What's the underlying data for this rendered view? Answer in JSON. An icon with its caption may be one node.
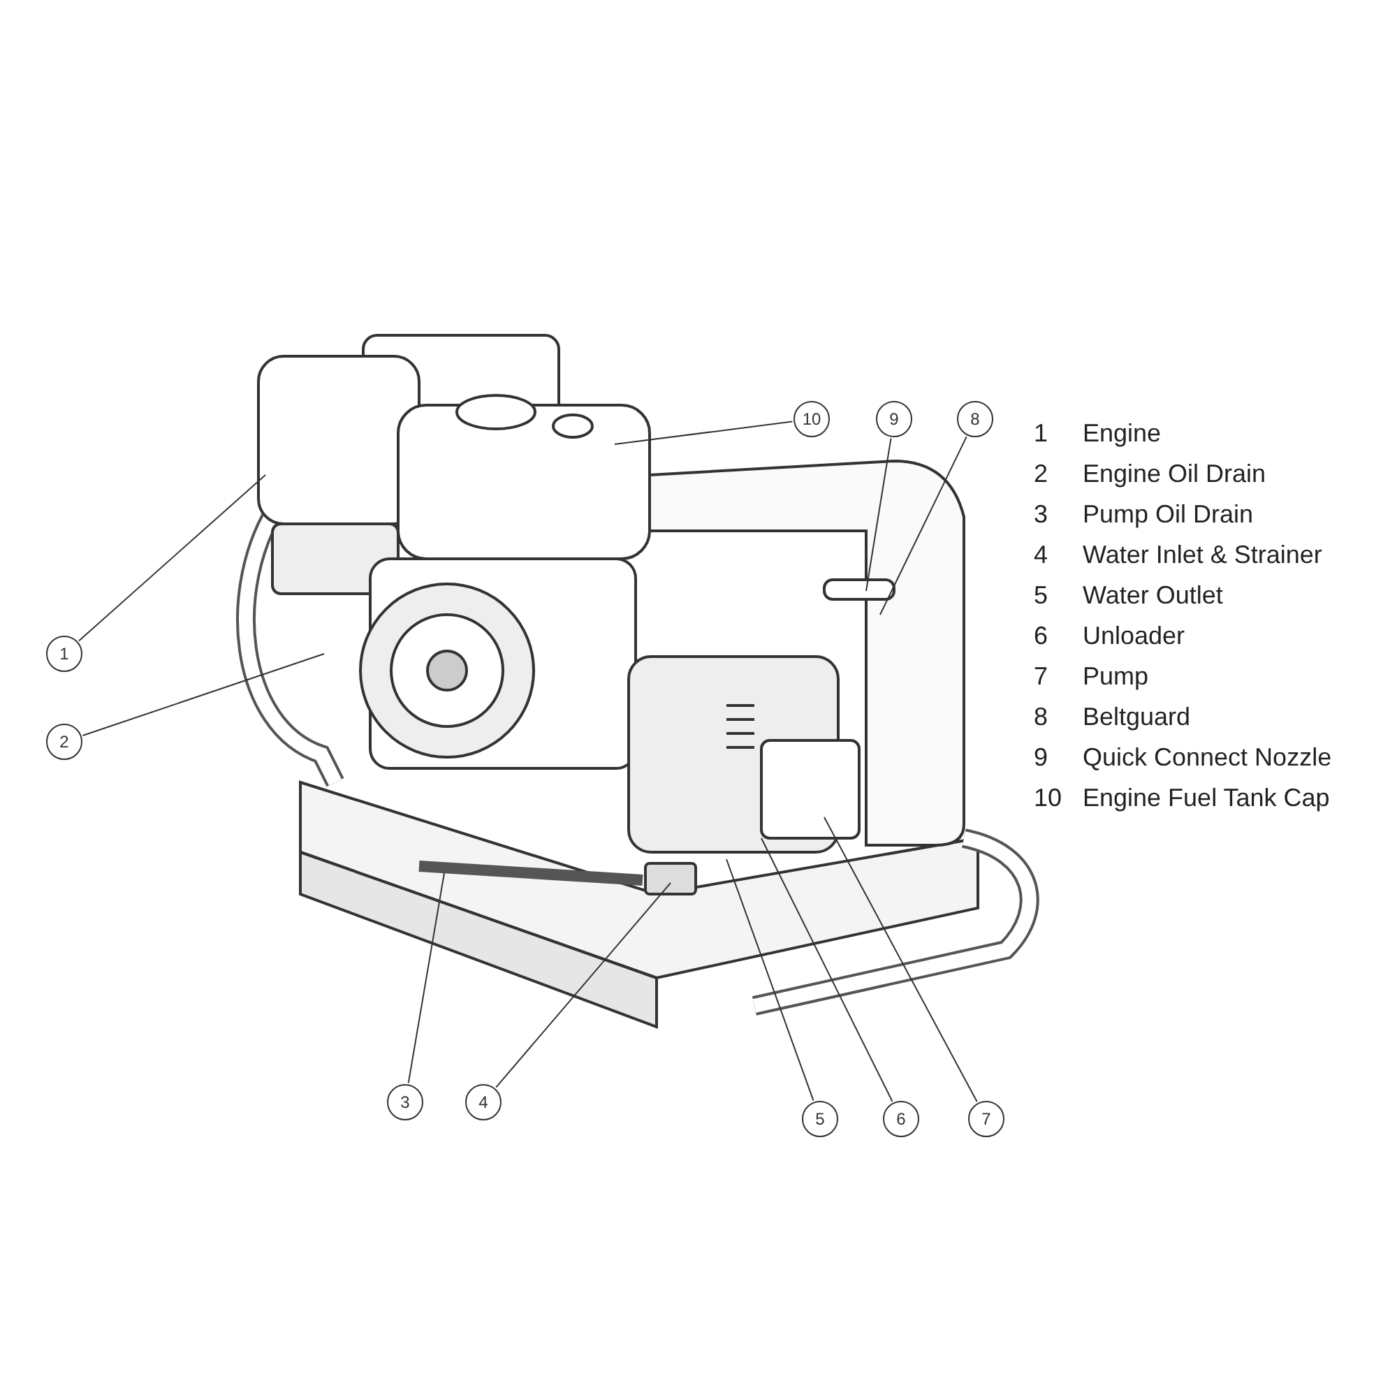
{
  "diagram": {
    "nodes": [
      {
        "text": [
          "1"
        ]
      },
      {
        "text": [
          "2"
        ]
      },
      {
        "text": [
          "3"
        ]
      },
      {
        "text": [
          "4"
        ]
      },
      {
        "text": [
          "5"
        ]
      },
      {
        "text": [
          "6"
        ]
      },
      {
        "text": [
          "7"
        ]
      },
      {
        "text": [
          "8"
        ]
      },
      {
        "text": [
          "9"
        ]
      },
      {
        "text": [
          "10"
        ]
      }
    ],
    "edges": [
      {
        "from": 0,
        "to": null,
        "arrow": "none"
      },
      {
        "from": 1,
        "to": null,
        "arrow": "none"
      },
      {
        "from": 2,
        "to": null,
        "arrow": "none"
      },
      {
        "from": 3,
        "to": null,
        "arrow": "none"
      },
      {
        "from": 4,
        "to": null,
        "arrow": "none"
      },
      {
        "from": 5,
        "to": null,
        "arrow": "none"
      },
      {
        "from": 6,
        "to": null,
        "arrow": "none"
      },
      {
        "from": 7,
        "to": null,
        "arrow": "none"
      },
      {
        "from": 8,
        "to": null,
        "arrow": "none"
      },
      {
        "from": 9,
        "to": null,
        "arrow": "none"
      }
    ],
    "labels": [
      "1",
      "Engine",
      "2",
      "Engine Oil Drain",
      "3",
      "Pump Oil Drain",
      "4",
      "Water Inlet & Strainer",
      "5",
      "Water Outlet",
      "6",
      "Unloader",
      "7",
      "Pump",
      "8",
      "Beltguard",
      "9",
      "Quick Connect Nozzle",
      "10",
      "Engine Fuel Tank Cap"
    ]
  }
}
